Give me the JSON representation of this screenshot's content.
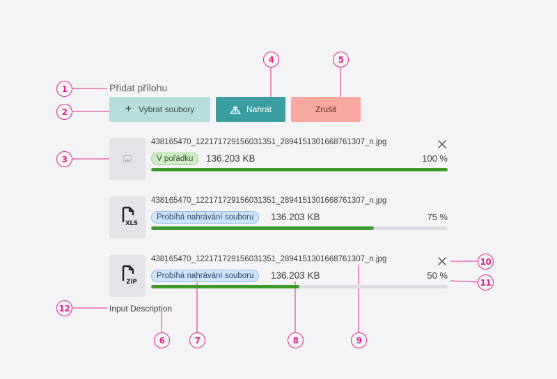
{
  "uploader": {
    "title": "Přidat přílohu",
    "select_label": "Vybrat soubory",
    "upload_label": "Nahrát",
    "cancel_label": "Zrušit",
    "description": "Input Description",
    "files": [
      {
        "name": "438165470_122171729156031351_2894151301668761307_n.jpg",
        "status": "V pořádku",
        "size": "136.203 KB",
        "percent_label": "100 %",
        "progress": 100,
        "icon": "image-placeholder-icon"
      },
      {
        "name": "438165470_122171729156031351_2894151301668761307_n.jpg",
        "status": "Probíhá nahrávání souboru",
        "size": "136.203 KB",
        "percent_label": "75 %",
        "progress": 75,
        "icon": "xls-file-icon",
        "icon_text": "XLS"
      },
      {
        "name": "438165470_122171729156031351_2894151301668761307_n.jpg",
        "status": "Probíhá nahrávání souboru",
        "size": "136.203 KB",
        "percent_label": "50 %",
        "progress": 50,
        "icon": "zip-file-icon",
        "icon_text": "ZIP"
      }
    ]
  },
  "annotations": [
    "1",
    "2",
    "3",
    "4",
    "5",
    "6",
    "7",
    "8",
    "9",
    "10",
    "11",
    "12"
  ],
  "colors": {
    "accent": "#e0248f",
    "primary": "#3a9ea0",
    "cancel": "#f7a99f",
    "progress": "#3e9a2a"
  }
}
